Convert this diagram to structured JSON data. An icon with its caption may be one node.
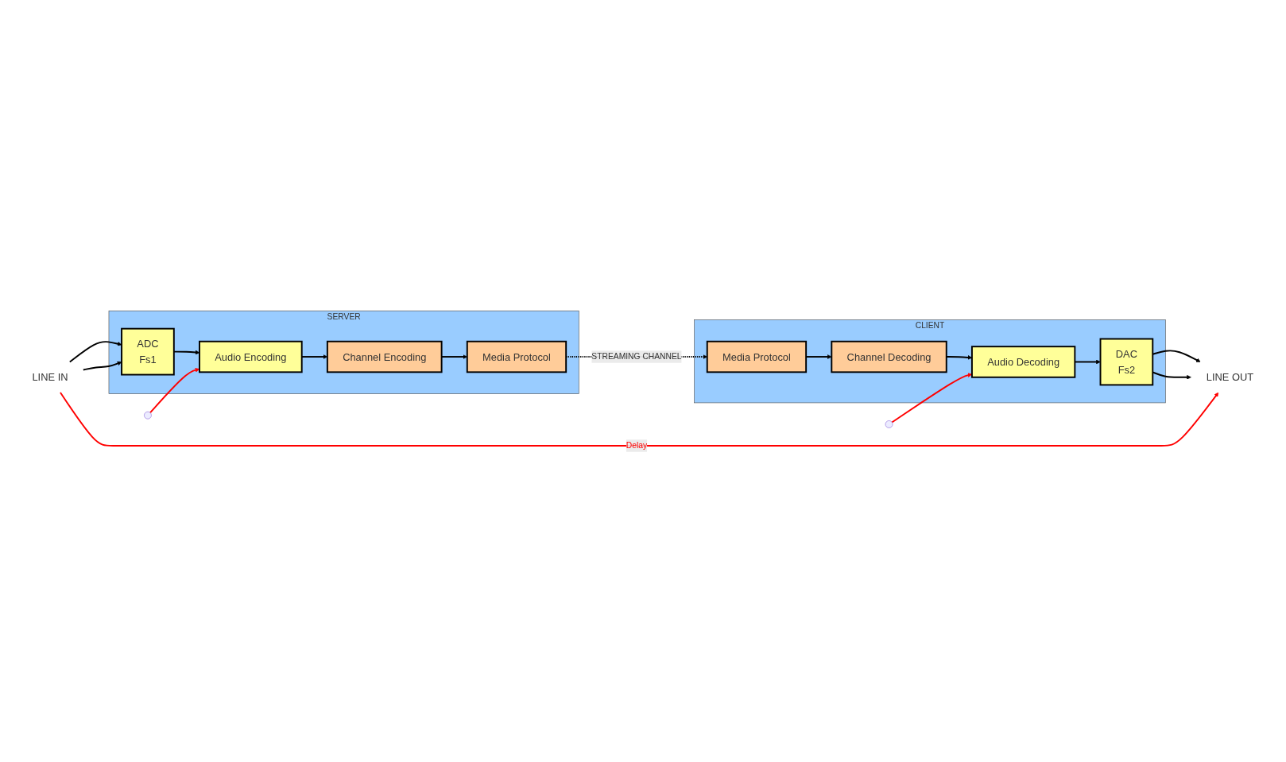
{
  "diagram": {
    "nodes": [
      {
        "text": [
          "SERVER"
        ]
      },
      {
        "text": [
          "ADC",
          "Fs1"
        ],
        "in": 0
      },
      {
        "text": [
          "Audio Encoding"
        ],
        "in": 0
      },
      {
        "text": [
          "Channel Encoding"
        ],
        "in": 0
      },
      {
        "text": [
          "Media Protocol"
        ],
        "in": 0
      },
      {
        "text": [
          "CLIENT"
        ]
      },
      {
        "text": [
          "DAC",
          "Fs2"
        ],
        "in": 5
      },
      {
        "text": [
          "Audio Decoding"
        ],
        "in": 5
      },
      {
        "text": [
          "Channel Decoding"
        ],
        "in": 5
      },
      {
        "text": [
          "Media Protocol"
        ],
        "in": 5
      },
      {
        "text": [
          "LINE IN"
        ]
      },
      {
        "text": [
          "LINE OUT"
        ]
      }
    ],
    "edges": [
      {
        "from": 10,
        "to": 1,
        "arrow": "to"
      },
      {
        "from": 10,
        "to": 1,
        "arrow": "to"
      },
      {
        "from": 1,
        "to": 2,
        "arrow": "to"
      },
      {
        "from": 2,
        "to": 3,
        "arrow": "to"
      },
      {
        "from": 3,
        "to": 4,
        "arrow": "to"
      },
      {
        "from": 4,
        "to": 9,
        "arrow": "to",
        "style": "dashed",
        "label": "STREAMING CHANNEL"
      },
      {
        "from": 9,
        "to": 8,
        "arrow": "to"
      },
      {
        "from": 8,
        "to": 7,
        "arrow": "to"
      },
      {
        "from": 7,
        "to": 6,
        "arrow": "to"
      },
      {
        "from": 6,
        "to": 11,
        "arrow": "to"
      },
      {
        "from": 6,
        "to": 11,
        "arrow": "to"
      },
      {
        "from": null,
        "to": 2,
        "arrow": "to",
        "color": "#ff0000"
      },
      {
        "from": null,
        "to": 7,
        "arrow": "to",
        "color": "#ff0000"
      },
      {
        "from": 10,
        "to": 11,
        "arrow": "to",
        "label": "Delay",
        "color": "#ff0000"
      }
    ]
  }
}
